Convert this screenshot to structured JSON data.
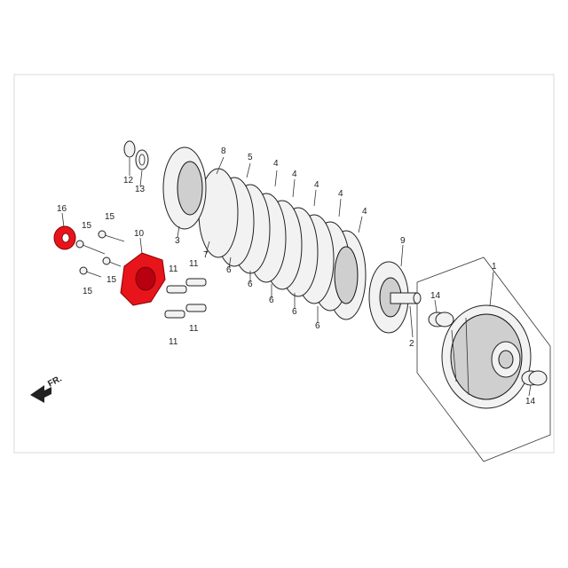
{
  "labels": {
    "p1": "1",
    "p2": "2",
    "p3": "3",
    "p4a": "4",
    "p4b": "4",
    "p4c": "4",
    "p4d": "4",
    "p4e": "4",
    "p5": "5",
    "p6a": "6",
    "p6b": "6",
    "p6c": "6",
    "p6d": "6",
    "p6e": "6",
    "p7": "7",
    "p8": "8",
    "p9": "9",
    "p10": "10",
    "p11a": "11",
    "p11b": "11",
    "p11c": "11",
    "p11d": "11",
    "p12": "12",
    "p13": "13",
    "p14a": "14",
    "p14b": "14",
    "p15a": "15",
    "p15b": "15",
    "p15c": "15",
    "p15d": "15",
    "p16": "16",
    "front": "FR."
  },
  "highlight_color": "#e8141c",
  "highlighted_parts": [
    "10",
    "16"
  ]
}
